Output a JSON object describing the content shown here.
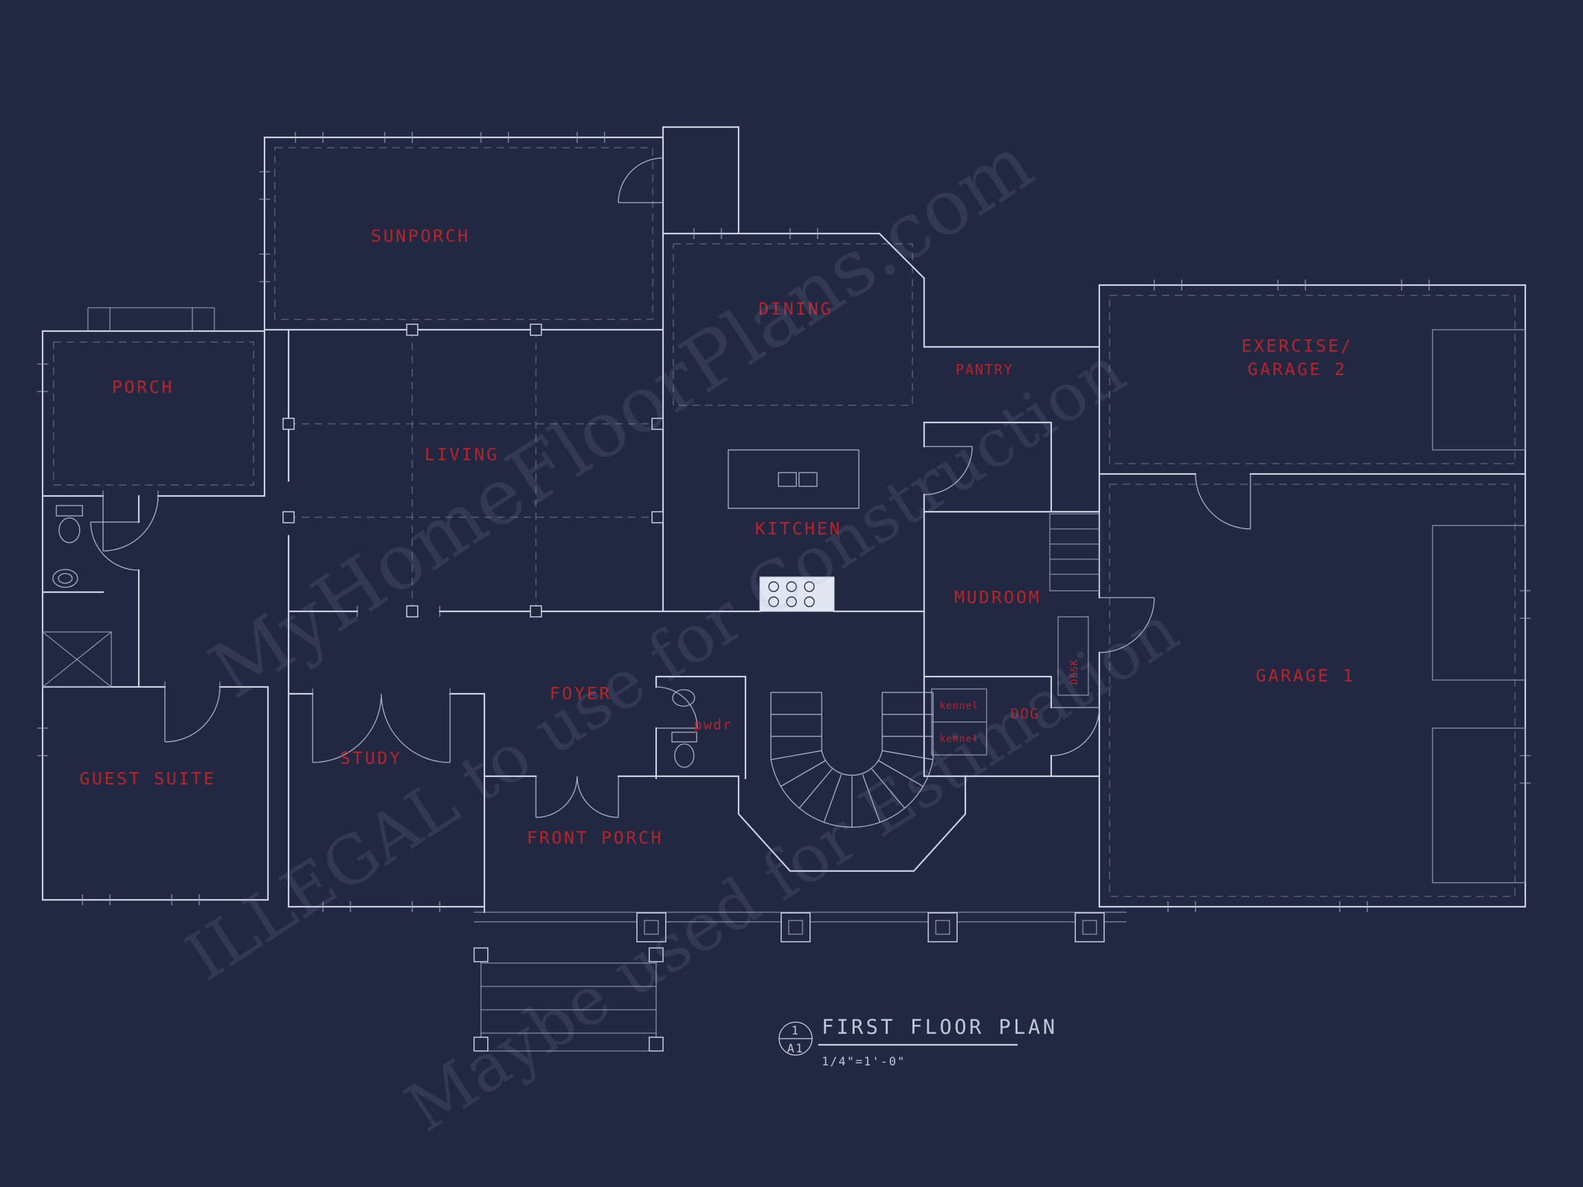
{
  "colors": {
    "background": "#232842",
    "wall_line": "#ccd4e6",
    "dim_line": "#6f7a9c",
    "room_label": "#b4252b",
    "title_text": "#bec7da",
    "watermark": "#a8b3d6"
  },
  "labels": {
    "sunporch": "SUNPORCH",
    "dining": "DINING",
    "pantry": "PANTRY",
    "exercise": "EXERCISE/",
    "garage2": "GARAGE 2",
    "porch": "PORCH",
    "living": "LIVING",
    "kitchen": "KITCHEN",
    "mudroom": "MUDROOM",
    "garage1": "GARAGE 1",
    "guest_suite": "GUEST SUITE",
    "study": "STUDY",
    "foyer": "FOYER",
    "pwdr": "pwdr",
    "dog": "DOG",
    "kennel_upper": "kennel",
    "kennel_lower": "kennel",
    "front_porch": "FRONT PORCH",
    "desk": "DESK"
  },
  "title_block": {
    "detail_number": "1",
    "sheet_number": "A1",
    "title": "FIRST FLOOR PLAN",
    "scale": "1/4\"=1'-0\""
  },
  "watermark": {
    "line1": "MyHomeFloorPlans.com",
    "line2": "ILLEGAL to use for Construction",
    "line3": "Maybe used for Estimation"
  }
}
